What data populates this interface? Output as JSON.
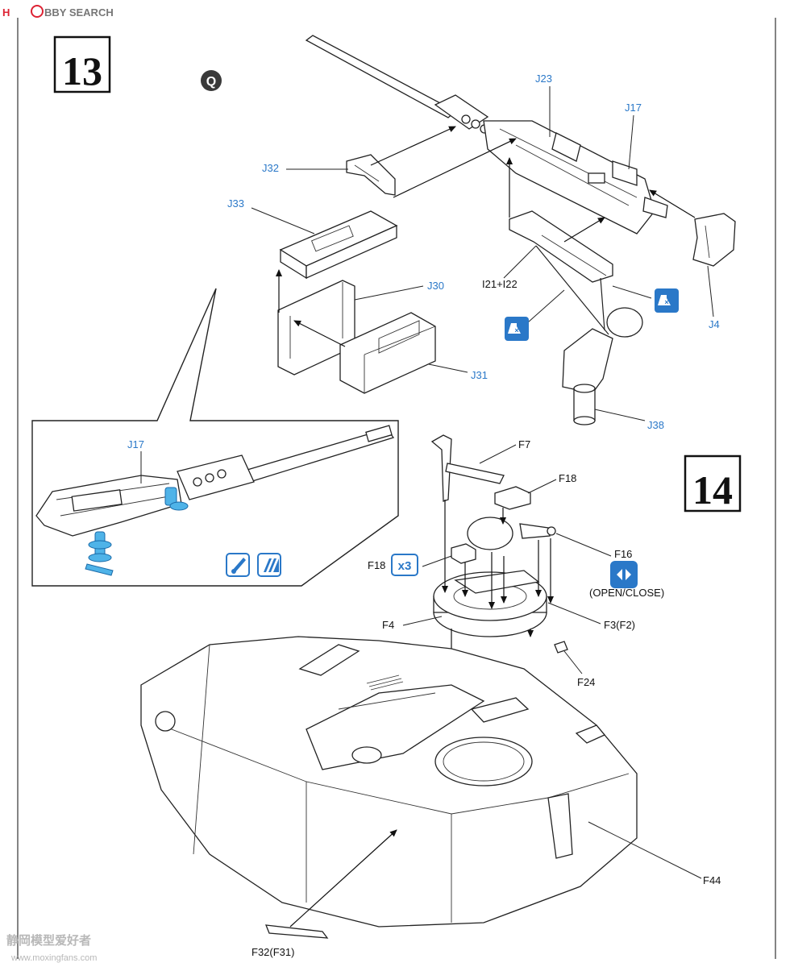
{
  "watermark": {
    "brand_top": "H",
    "brand_rest": "BBY SEARCH",
    "brand_bottom_cn": "静岡模型爱好者",
    "brand_bottom_url": "www.moxingfans.com"
  },
  "steps": {
    "step13": "13",
    "step14": "14",
    "marker_q": "Q"
  },
  "labels": {
    "j23": "J23",
    "j17": "J17",
    "j32": "J32",
    "j33": "J33",
    "j30": "J30",
    "j31": "J31",
    "i21i22": "I21+I22",
    "j4": "J4",
    "j38": "J38",
    "j17_inset": "J17",
    "f7": "F7",
    "f18": "F18",
    "f18_x3": "F18",
    "x3": "x3",
    "f16": "F16",
    "open_close": "(OPEN/CLOSE)",
    "f4": "F4",
    "f3f2": "F3(F2)",
    "f24": "F24",
    "f44": "F44",
    "f32f31": "F32(F31)"
  },
  "colors": {
    "accent_blue": "#2a78c8",
    "part_highlight": "#4fb3e8",
    "ink": "#111111"
  }
}
